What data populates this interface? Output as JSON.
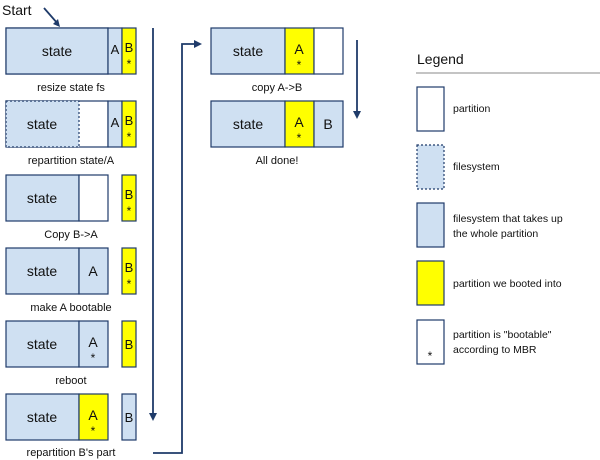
{
  "start_label": "Start",
  "steps": [
    {
      "caption": "resize state fs",
      "state_label": "state",
      "a_label": "A",
      "b_label": "B",
      "star": "*"
    },
    {
      "caption": "repartition state/A",
      "state_label": "state",
      "a_label": "A",
      "b_label": "B",
      "star": "*"
    },
    {
      "caption": "Copy B->A",
      "state_label": "state",
      "b_label": "B",
      "star": "*"
    },
    {
      "caption": "make A bootable",
      "state_label": "state",
      "a_label": "A",
      "b_label": "B",
      "star": "*"
    },
    {
      "caption": "reboot",
      "state_label": "state",
      "a_label": "A",
      "b_label": "B",
      "star": "*"
    },
    {
      "caption": "repartition B's part",
      "state_label": "state",
      "a_label": "A",
      "b_label": "B",
      "star": "*"
    },
    {
      "caption": "copy A->B",
      "state_label": "state",
      "a_label": "A",
      "star": "*"
    },
    {
      "caption": "All done!",
      "state_label": "state",
      "a_label": "A",
      "b_label": "B",
      "star": "*"
    }
  ],
  "legend": {
    "title": "Legend",
    "items": [
      {
        "label_lines": [
          "partition"
        ]
      },
      {
        "label_lines": [
          "filesystem"
        ]
      },
      {
        "label_lines": [
          "filesystem that takes up",
          "the whole partition"
        ]
      },
      {
        "label_lines": [
          "partition we booted into"
        ]
      },
      {
        "label_lines": [
          "partition is \"bootable\"",
          "according to MBR"
        ],
        "star": "*"
      }
    ]
  },
  "colors": {
    "outline": "#1f3b6a",
    "filesystem_fill": "#cfe0f2",
    "booted_fill": "#ffff00",
    "partition_fill": "#ffffff"
  }
}
